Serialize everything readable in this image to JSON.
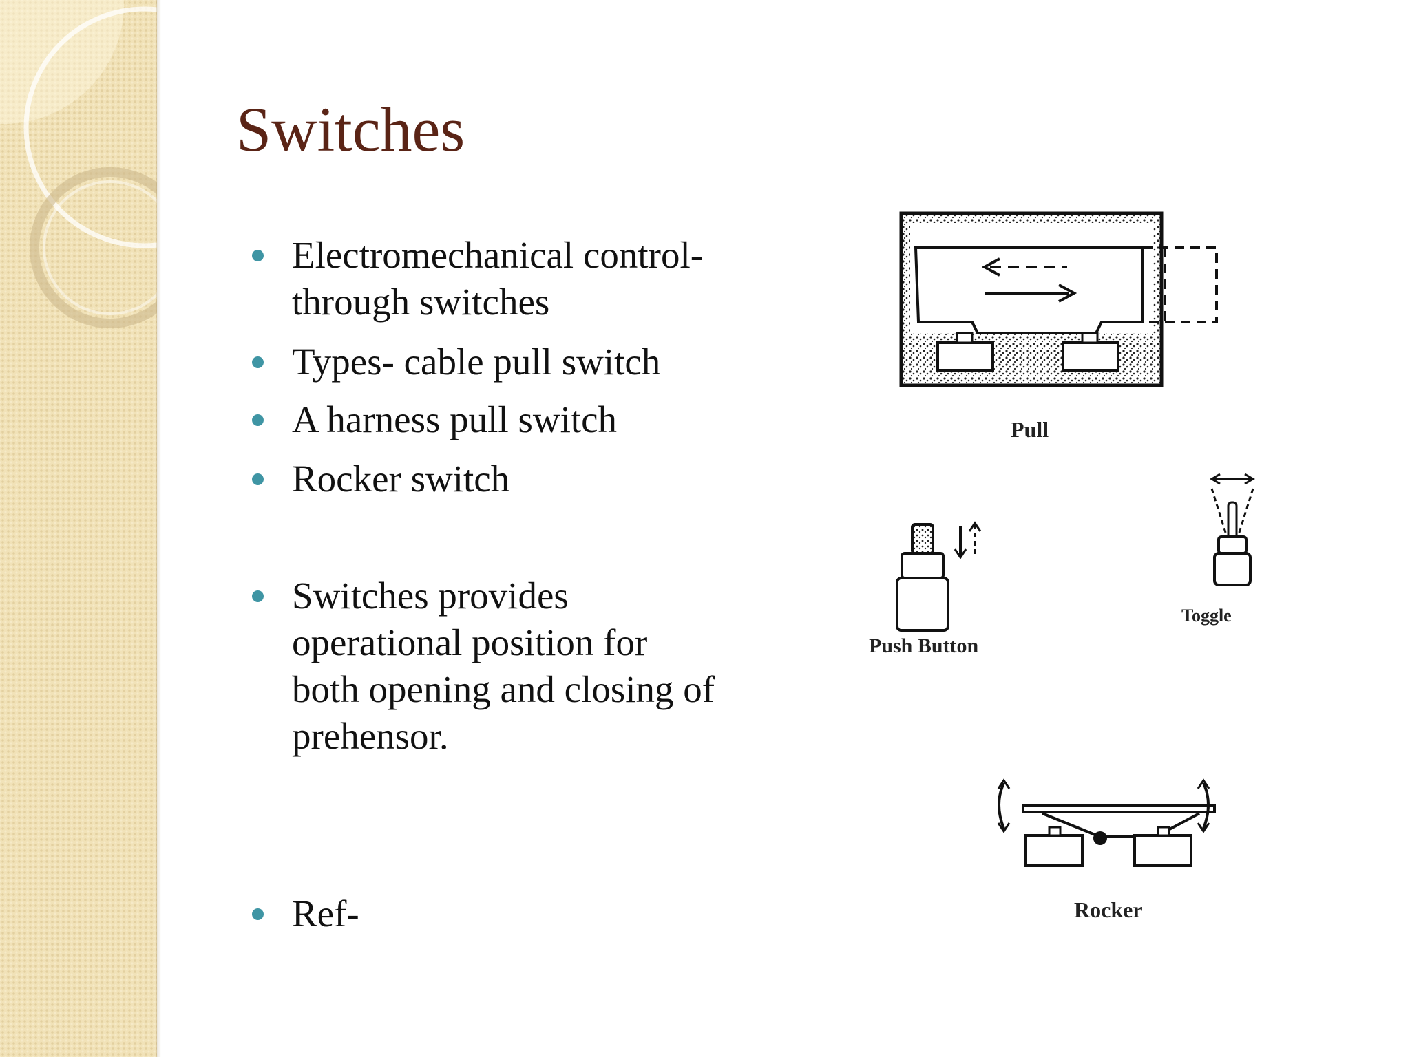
{
  "slide": {
    "title": "Switches",
    "bullets": [
      {
        "lines": [
          "Electromechanical control-",
          "through switches"
        ]
      },
      {
        "lines": [
          "Types- cable pull switch"
        ]
      },
      {
        "lines": [
          "A harness pull switch"
        ]
      },
      {
        "lines": [
          "Rocker switch"
        ]
      },
      {
        "lines": [
          "Switches provides",
          "operational position for",
          "both opening and closing of",
          "prehensor."
        ]
      },
      {
        "lines": [
          "Ref-"
        ]
      }
    ]
  },
  "diagrams": {
    "pull": {
      "label": "Pull",
      "icon": "pull-switch-icon"
    },
    "push_button": {
      "label": "Push Button",
      "icon": "push-button-switch-icon"
    },
    "toggle": {
      "label": "Toggle",
      "icon": "toggle-switch-icon"
    },
    "rocker": {
      "label": "Rocker",
      "icon": "rocker-switch-icon"
    }
  },
  "colors": {
    "title": "#5a2416",
    "bullet": "#3f95a4",
    "sidebar": "#f1e2b8"
  }
}
